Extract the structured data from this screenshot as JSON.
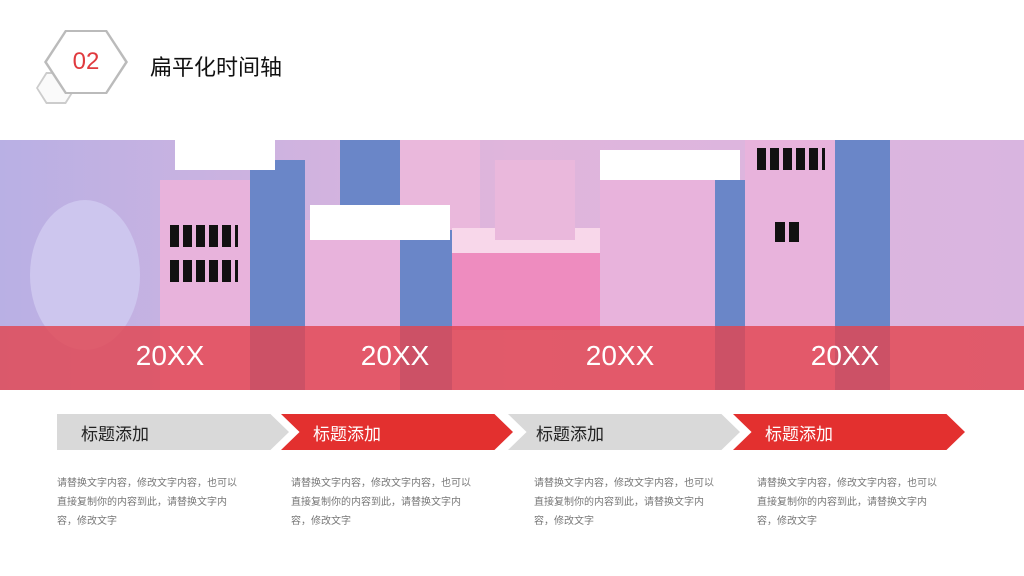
{
  "header": {
    "number": "02",
    "title": "扁平化时间轴"
  },
  "colors": {
    "accent": "#e3302f",
    "gray": "#d9d9d9"
  },
  "timeline": [
    {
      "year": "20XX",
      "title": "标题添加",
      "desc": "请替换文字内容，修改文字内容，也可以直接复制你的内容到此，请替换文字内容，修改文字",
      "style": "gray"
    },
    {
      "year": "20XX",
      "title": "标题添加",
      "desc": "请替换文字内容，修改文字内容，也可以直接复制你的内容到此，请替换文字内容，修改文字",
      "style": "red"
    },
    {
      "year": "20XX",
      "title": "标题添加",
      "desc": "请替换文字内容，修改文字内容，也可以直接复制你的内容到此，请替换文字内容，修改文字",
      "style": "gray"
    },
    {
      "year": "20XX",
      "title": "标题添加",
      "desc": "请替换文字内容，修改文字内容，也可以直接复制你的内容到此，请替换文字内容，修改文字",
      "style": "red"
    }
  ]
}
